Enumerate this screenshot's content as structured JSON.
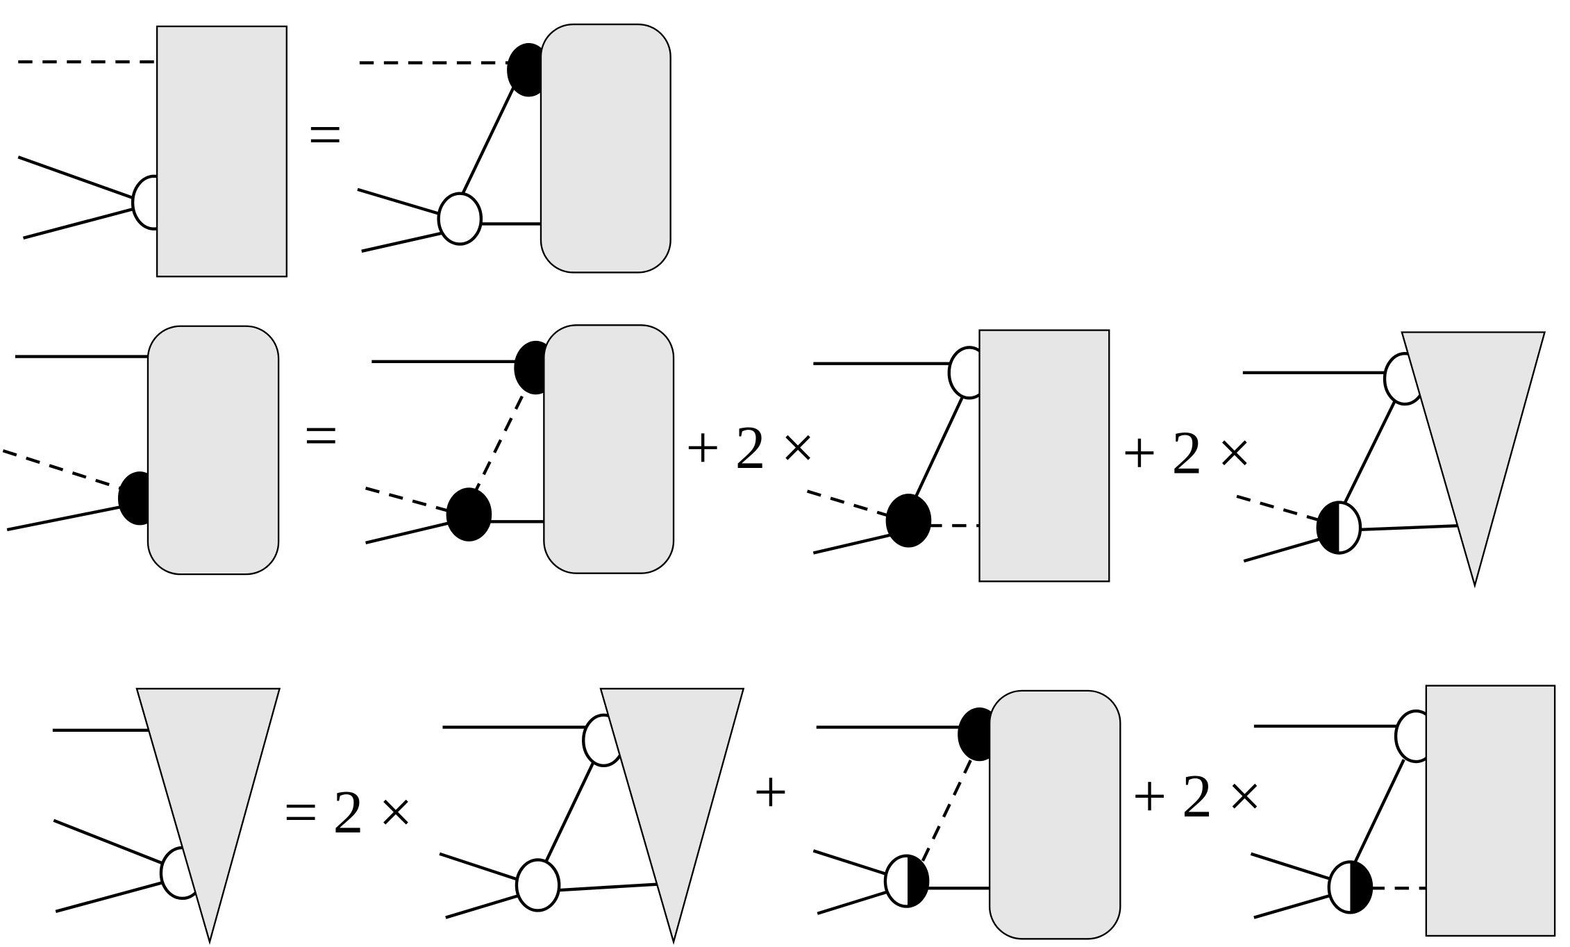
{
  "equations": [
    {
      "operators": [
        "="
      ]
    },
    {
      "operators": [
        "=",
        "+ 2 ×",
        "+ 2 ×"
      ]
    },
    {
      "operators": [
        "= 2 ×",
        "+",
        "+ 2 ×"
      ]
    }
  ],
  "colors": {
    "block_fill": "#e6e6e6",
    "stroke": "#000000",
    "vertex_open": "#ffffff",
    "vertex_filled": "#000000"
  }
}
